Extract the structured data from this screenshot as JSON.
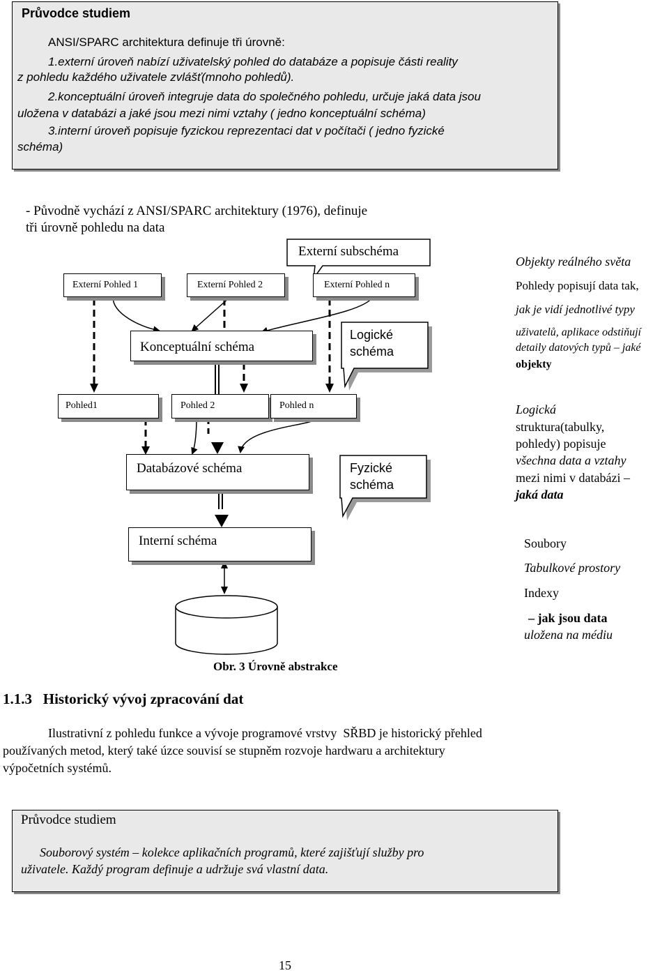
{
  "guide_top": {
    "title": "Průvodce studiem",
    "line1": "ANSI/SPARC architektura definuje tři úrovně:",
    "line2": "1.externí úroveň nabízí uživatelský pohled do databáze a popisuje části reality",
    "line3": "z pohledu každého uživatele zvlášť(mnoho pohledů).",
    "line4": "2.konceptuální úroveň integruje data do společného pohledu, určuje jaká data jsou",
    "line5": "uložena v databázi a jaké jsou mezi nimi vztahy ( jedno konceptuální schéma)",
    "line6": "3.interní úroveň popisuje fyzickou reprezentaci dat v počítači ( jedno fyzické",
    "line7": "schéma)"
  },
  "intro": {
    "line1": "- Původně vychází z ANSI/SPARC architektury (1976), definuje",
    "line2": "tři úrovně pohledu na data"
  },
  "diagram": {
    "externi_subschema": "Externí subschéma",
    "externi_pohled_1": "Externí Pohled 1",
    "externi_pohled_2": "Externí Pohled 2",
    "externi_pohled_n": "Externí Pohled n",
    "konceptualni_schema": "Konceptuální schéma",
    "logicke_schema_1": "Logické",
    "logicke_schema_2": "schéma",
    "pohled_1": "Pohled1",
    "pohled_2": "Pohled 2",
    "pohled_n": "Pohled n",
    "databazove_schema": "Databázové schéma",
    "fyzicke_schema_1": "Fyzické",
    "fyzicke_schema_2": "schéma",
    "interni_schema": "Interní schéma",
    "caption": "Obr. 3 Úrovně abstrakce"
  },
  "side_notes": {
    "n1": "Objekty reálného světa",
    "n2": "Pohledy popisují data tak,",
    "n3": "jak je vidí jednotlivé typy",
    "n4": "uživatelů, aplikace odstiňují",
    "n5": "detaily datových typů – jaké",
    "n6": "objekty",
    "m1": "Logická",
    "m2": "struktura(tabulky,",
    "m3": "pohledy) popisuje",
    "m4": "všechna data a vztahy",
    "m5": "mezi nimi v databázi –",
    "m6": "jaká data",
    "s1": "Soubory",
    "s2": "Tabulkové prostory",
    "s3": "Indexy",
    "s4": "– jak jsou data",
    "s5": "uložena na médiu"
  },
  "section": {
    "heading": "1.1.3   Historický vývoj zpracování dat",
    "p1": "Ilustrativní z pohledu funkce a vývoje programové vrstvy  SŘBD je historický přehled",
    "p2": "používaných metod, který také úzce souvisí se stupněm rozvoje hardwaru a architektury",
    "p3": "výpočetních systémů."
  },
  "guide_bottom": {
    "title": "Průvodce studiem",
    "line1": "Souborový systém – kolekce aplikačních programů, které zajišťují služby pro",
    "line2": "uživatele. Každý program definuje a udržuje svá vlastní data."
  },
  "page_number": "15"
}
